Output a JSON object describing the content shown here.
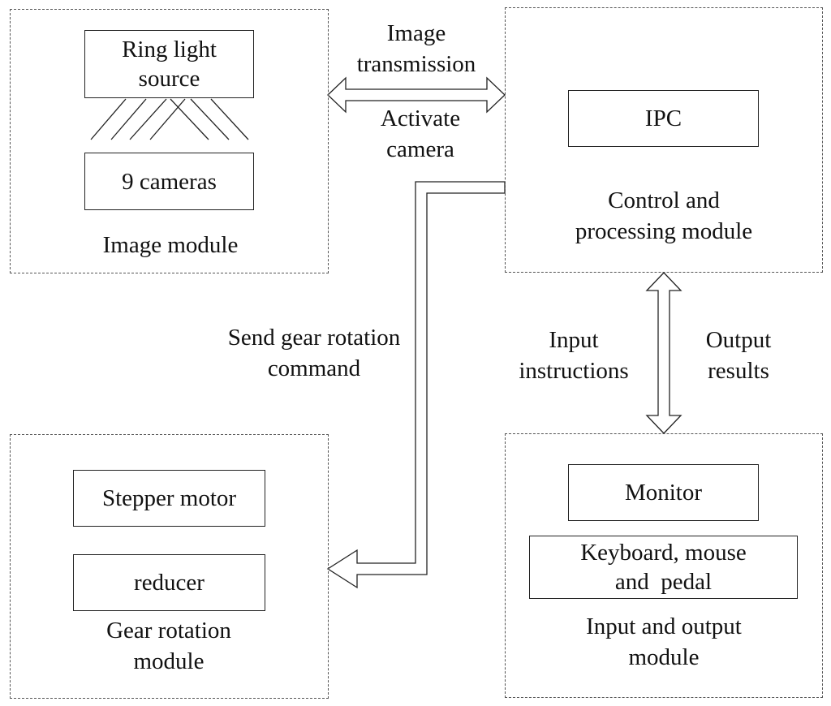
{
  "modules": {
    "image": {
      "ring_light": [
        "Ring light",
        "source"
      ],
      "cameras": "9 cameras",
      "title": "Image module"
    },
    "control": {
      "ipc": "IPC",
      "title": [
        "Control and",
        "processing module"
      ]
    },
    "gear": {
      "stepper": "Stepper motor",
      "reducer": "reducer",
      "title": [
        "Gear rotation",
        "module"
      ]
    },
    "io": {
      "monitor": "Monitor",
      "keyboard": [
        "Keyboard, mouse",
        "and  pedal"
      ],
      "title": [
        "Input and output",
        "module"
      ]
    }
  },
  "connections": {
    "image_transmission": [
      "Image",
      "transmission"
    ],
    "activate_camera": [
      "Activate",
      "camera"
    ],
    "gear_command": [
      "Send gear rotation",
      "command"
    ],
    "input_instructions": [
      "Input",
      "instructions"
    ],
    "output_results": [
      "Output",
      "results"
    ]
  },
  "colors": {
    "line": "#222222",
    "border": "#555555",
    "background": "#ffffff"
  }
}
